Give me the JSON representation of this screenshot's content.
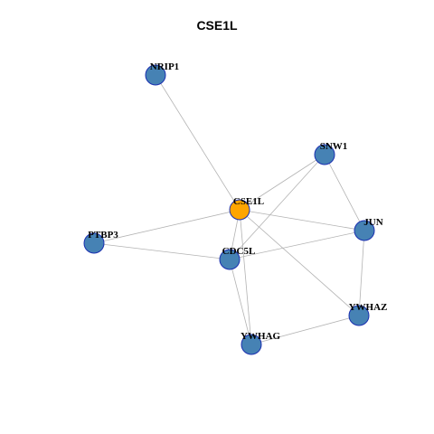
{
  "title": "CSE1L",
  "colors": {
    "center_node": "#FFA500",
    "neighbor_node": "#4682B4",
    "node_border": "#1A2FB0",
    "edge": "#B3B3B3"
  },
  "nodes": [
    {
      "id": "CSE1L",
      "label": "CSE1L",
      "role": "center"
    },
    {
      "id": "NRIP1",
      "label": "NRIP1",
      "role": "neighbor"
    },
    {
      "id": "SNW1",
      "label": "SNW1",
      "role": "neighbor"
    },
    {
      "id": "JUN",
      "label": "JUN",
      "role": "neighbor"
    },
    {
      "id": "PTBP3",
      "label": "PTBP3",
      "role": "neighbor"
    },
    {
      "id": "CDC5L",
      "label": "CDC5L",
      "role": "neighbor"
    },
    {
      "id": "YWHAZ",
      "label": "YWHAZ",
      "role": "neighbor"
    },
    {
      "id": "YWHAG",
      "label": "YWHAG",
      "role": "neighbor"
    }
  ],
  "edges": [
    [
      "CSE1L",
      "NRIP1"
    ],
    [
      "CSE1L",
      "SNW1"
    ],
    [
      "CSE1L",
      "JUN"
    ],
    [
      "CSE1L",
      "PTBP3"
    ],
    [
      "CSE1L",
      "CDC5L"
    ],
    [
      "CSE1L",
      "YWHAZ"
    ],
    [
      "CSE1L",
      "YWHAG"
    ],
    [
      "SNW1",
      "JUN"
    ],
    [
      "SNW1",
      "CDC5L"
    ],
    [
      "JUN",
      "CDC5L"
    ],
    [
      "JUN",
      "YWHAZ"
    ],
    [
      "PTBP3",
      "CDC5L"
    ],
    [
      "CDC5L",
      "YWHAG"
    ],
    [
      "YWHAZ",
      "YWHAG"
    ]
  ]
}
